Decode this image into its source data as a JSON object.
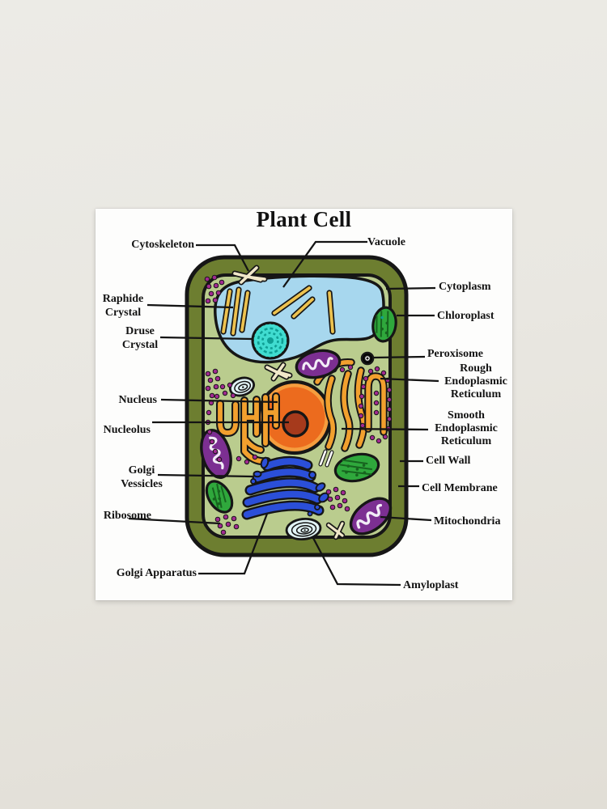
{
  "diagram": {
    "title": "Plant Cell",
    "labels": {
      "cytoskeleton": "Cytoskeleton",
      "raphide_crystal": "Raphide\nCrystal",
      "druse_crystal": "Druse\nCrystal",
      "nucleus": "Nucleus",
      "nucleolus": "Nucleolus",
      "golgi_vesicles": "Golgi\nVessicles",
      "ribosome": "Ribosome",
      "golgi_apparatus": "Golgi Apparatus",
      "vacuole": "Vacuole",
      "cytoplasm": "Cytoplasm",
      "chloroplast": "Chloroplast",
      "peroxisome": "Peroxisome",
      "rough_er": "Rough\nEndoplasmic\nReticulum",
      "smooth_er": "Smooth\nEndoplasmic\nReticulum",
      "cell_wall": "Cell Wall",
      "cell_membrane": "Cell Membrane",
      "mitochondria": "Mitochondria",
      "amyloplast": "Amyloplast"
    }
  },
  "colors": {
    "paper": "#fdfdfc",
    "backdrop": "#e9e6e0",
    "cell_wall": "#6d7e30",
    "cytoplasm": "#bacc8e",
    "vacuole": "#a7d7ee",
    "nucleus": "#ec6b1e",
    "nucleus_ring": "#f59d3e",
    "nucleolus": "#a63a1c",
    "er": "#f2a02e",
    "golgi": "#2b4fd8",
    "mitochondria": "#7c2f92",
    "mitochondria_inner": "#f2ecf7",
    "chloroplast": "#2fa83c",
    "chloroplast_dark": "#17641f",
    "ribosome": "#a12a90",
    "druse": "#40dcd0",
    "druse_dark": "#0f9e94",
    "amyloplast": "#e2f4f6",
    "raphide": "#edc24f",
    "cytoskeleton_stick": "#f0e7c9"
  }
}
